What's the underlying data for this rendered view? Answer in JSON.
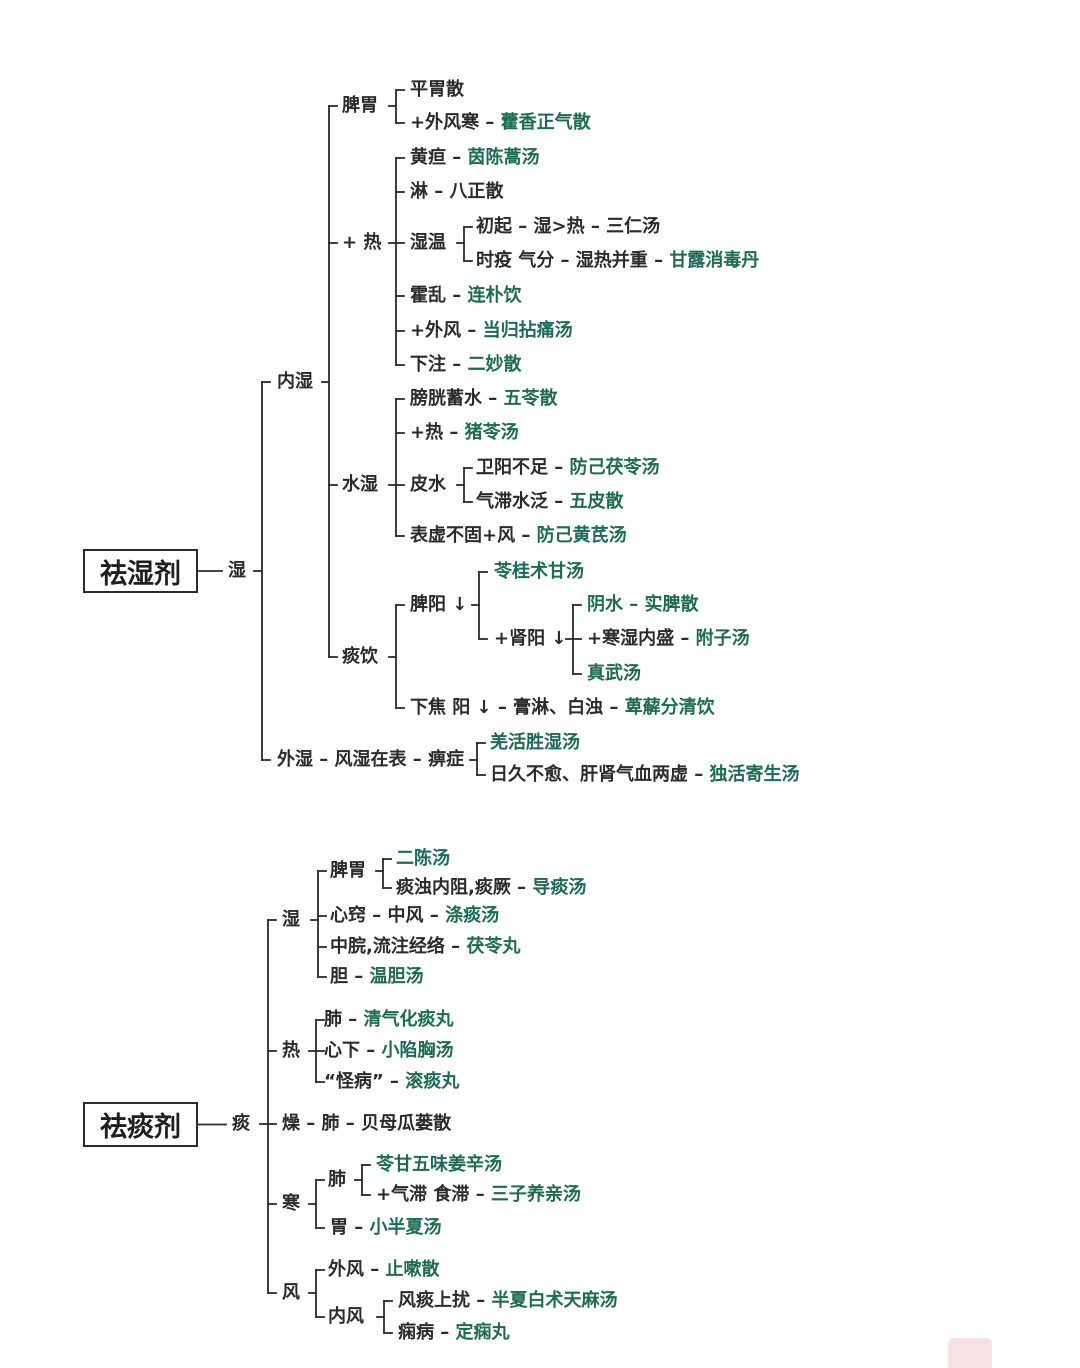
{
  "colors": {
    "line": "#2b2b2b",
    "text": "#2b2b2b",
    "remedy": "#1d6b52"
  },
  "sections": [
    {
      "id": "dampness",
      "title": "祛湿剂",
      "root_label": "湿",
      "branches": [
        {
          "label": "内湿",
          "children": [
            {
              "label": "脾胃",
              "children": [
                {
                  "parts": [
                    [
                      "d",
                      "平胃散"
                    ]
                  ]
                },
                {
                  "parts": [
                    [
                      "d",
                      "+外风寒 – "
                    ],
                    [
                      "g",
                      "藿香正气散"
                    ]
                  ]
                }
              ]
            },
            {
              "label": "+ 热",
              "children": [
                {
                  "parts": [
                    [
                      "d",
                      "黄疸 – "
                    ],
                    [
                      "g",
                      "茵陈蒿汤"
                    ]
                  ]
                },
                {
                  "parts": [
                    [
                      "d",
                      "淋 – 八正散"
                    ]
                  ]
                },
                {
                  "label": "湿温",
                  "children": [
                    {
                      "parts": [
                        [
                          "d",
                          "初起 – 湿>热 – 三仁汤"
                        ]
                      ]
                    },
                    {
                      "parts": [
                        [
                          "d",
                          "时疫  气分 – 湿热并重 – "
                        ],
                        [
                          "g",
                          "甘露消毒丹"
                        ]
                      ]
                    }
                  ]
                },
                {
                  "parts": [
                    [
                      "d",
                      "霍乱 – "
                    ],
                    [
                      "g",
                      "连朴饮"
                    ]
                  ]
                },
                {
                  "parts": [
                    [
                      "d",
                      "+外风 – "
                    ],
                    [
                      "g",
                      "当归拈痛汤"
                    ]
                  ]
                },
                {
                  "parts": [
                    [
                      "d",
                      "下注 – "
                    ],
                    [
                      "g",
                      "二妙散"
                    ]
                  ]
                }
              ]
            },
            {
              "label": "水湿",
              "children": [
                {
                  "parts": [
                    [
                      "d",
                      "膀胱蓄水 – "
                    ],
                    [
                      "g",
                      "五苓散"
                    ]
                  ]
                },
                {
                  "parts": [
                    [
                      "d",
                      "+热 – "
                    ],
                    [
                      "g",
                      "猪苓汤"
                    ]
                  ]
                },
                {
                  "label": "皮水",
                  "children": [
                    {
                      "parts": [
                        [
                          "d",
                          "卫阳不足 – "
                        ],
                        [
                          "g",
                          "防己茯苓汤"
                        ]
                      ]
                    },
                    {
                      "parts": [
                        [
                          "d",
                          "气滞水泛 – "
                        ],
                        [
                          "g",
                          "五皮散"
                        ]
                      ]
                    }
                  ]
                },
                {
                  "parts": [
                    [
                      "d",
                      "表虚不固+风 – "
                    ],
                    [
                      "g",
                      "防己黄芪汤"
                    ]
                  ]
                }
              ]
            },
            {
              "label": "痰饮",
              "children": [
                {
                  "label": "脾阳 ↓",
                  "children": [
                    {
                      "parts": [
                        [
                          "g",
                          "苓桂术甘汤"
                        ]
                      ]
                    },
                    {
                      "label": "+肾阳 ↓",
                      "children": [
                        {
                          "parts": [
                            [
                              "g",
                              "阴水 – "
                            ],
                            [
                              "g",
                              "实脾散"
                            ]
                          ]
                        },
                        {
                          "parts": [
                            [
                              "d",
                              "+寒湿内盛 – "
                            ],
                            [
                              "g",
                              "附子汤"
                            ]
                          ]
                        },
                        {
                          "parts": [
                            [
                              "g",
                              "真武汤"
                            ]
                          ]
                        }
                      ]
                    }
                  ]
                },
                {
                  "parts": [
                    [
                      "d",
                      "下焦 阳 ↓ – 膏淋、白浊 – "
                    ],
                    [
                      "g",
                      "萆薢分清饮"
                    ]
                  ]
                }
              ]
            }
          ]
        },
        {
          "label": "外湿 – 风湿在表 – 痹症",
          "children": [
            {
              "parts": [
                [
                  "g",
                  "羌活胜湿汤"
                ]
              ]
            },
            {
              "parts": [
                [
                  "d",
                  "日久不愈、肝肾气血两虚 – "
                ],
                [
                  "g",
                  "独活寄生汤"
                ]
              ]
            }
          ]
        }
      ]
    },
    {
      "id": "phlegm",
      "title": "祛痰剂",
      "root_label": "痰",
      "branches": [
        {
          "label": "湿",
          "children": [
            {
              "label": "脾胃",
              "children": [
                {
                  "parts": [
                    [
                      "g",
                      "二陈汤"
                    ]
                  ]
                },
                {
                  "parts": [
                    [
                      "d",
                      "痰浊内阻,痰厥 – "
                    ],
                    [
                      "g",
                      "导痰汤"
                    ]
                  ]
                }
              ]
            },
            {
              "parts": [
                [
                  "d",
                  "心窍 – 中风 – "
                ],
                [
                  "g",
                  "涤痰汤"
                ]
              ]
            },
            {
              "parts": [
                [
                  "d",
                  "中脘,流注经络 – "
                ],
                [
                  "g",
                  "茯苓丸"
                ]
              ]
            },
            {
              "parts": [
                [
                  "d",
                  "胆 – "
                ],
                [
                  "g",
                  "温胆汤"
                ]
              ]
            }
          ]
        },
        {
          "label": "热",
          "children": [
            {
              "parts": [
                [
                  "d",
                  "肺 – "
                ],
                [
                  "g",
                  "清气化痰丸"
                ]
              ]
            },
            {
              "parts": [
                [
                  "d",
                  "心下 – "
                ],
                [
                  "g",
                  "小陷胸汤"
                ]
              ]
            },
            {
              "parts": [
                [
                  "d",
                  "“怪病” – "
                ],
                [
                  "g",
                  "滚痰丸"
                ]
              ]
            }
          ]
        },
        {
          "label": "燥 – 肺 – 贝母瓜蒌散"
        },
        {
          "label": "寒",
          "children": [
            {
              "label": "肺",
              "children": [
                {
                  "parts": [
                    [
                      "g",
                      "苓甘五味姜辛汤"
                    ]
                  ]
                },
                {
                  "parts": [
                    [
                      "d",
                      "+气滞 食滞 – "
                    ],
                    [
                      "g",
                      "三子养亲汤"
                    ]
                  ]
                }
              ]
            },
            {
              "parts": [
                [
                  "d",
                  "胃 – "
                ],
                [
                  "g",
                  "小半夏汤"
                ]
              ]
            }
          ]
        },
        {
          "label": "风",
          "children": [
            {
              "parts": [
                [
                  "d",
                  "外风 – "
                ],
                [
                  "g",
                  "止嗽散"
                ]
              ]
            },
            {
              "label": "内风",
              "children": [
                {
                  "parts": [
                    [
                      "d",
                      "风痰上扰 – "
                    ],
                    [
                      "g",
                      "半夏白术天麻汤"
                    ]
                  ]
                },
                {
                  "parts": [
                    [
                      "d",
                      "痫病 – "
                    ],
                    [
                      "g",
                      "定痫丸"
                    ]
                  ]
                }
              ]
            }
          ]
        }
      ]
    }
  ]
}
